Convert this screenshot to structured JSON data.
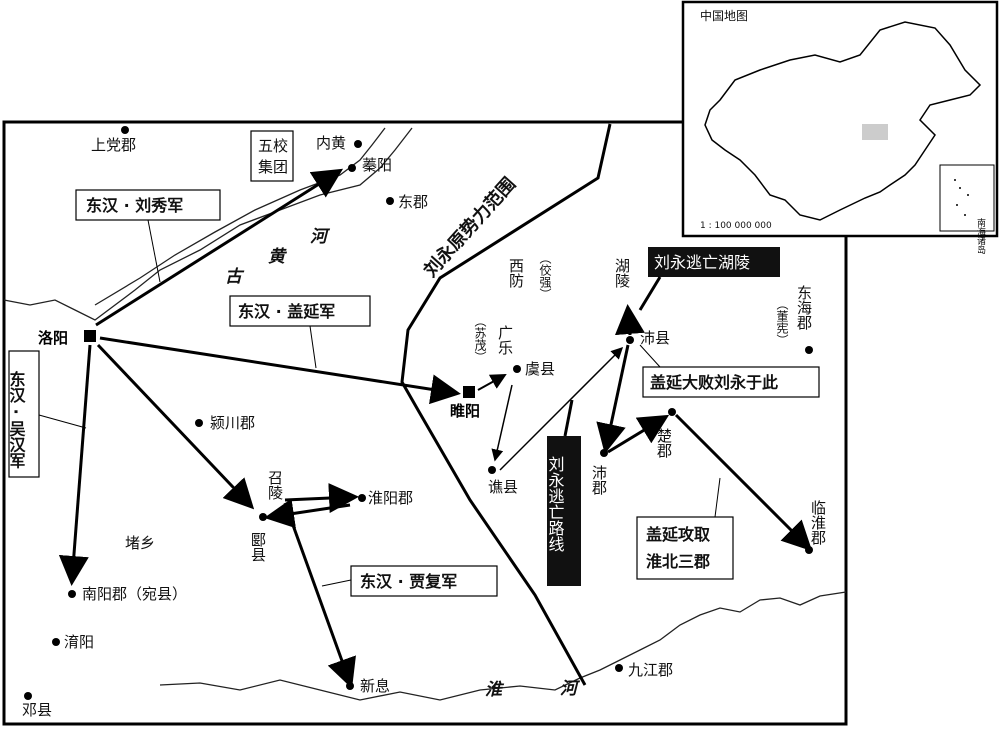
{
  "inset": {
    "title": "中国地图",
    "scale": "1 : 100 000 000",
    "south_sea_label": "南海诸岛"
  },
  "rivers": {
    "yellow_river_1": "古",
    "yellow_river_2": "黄",
    "yellow_river_3": "河",
    "huai_1": "淮",
    "huai_2": "河"
  },
  "places": {
    "shangdang": "上党郡",
    "neihuang": "内黄",
    "yeyang": "蓁阳",
    "dongjun": "东郡",
    "luoyang": "洛阳",
    "suiyang": "睢阳",
    "yingchuan": "颍川郡",
    "zhaoling": "召陵",
    "yanxian": "郾县",
    "huaiyang": "淮阳郡",
    "duxiang": "堵乡",
    "nanyang": "南阳郡（宛县）",
    "xiyang": "淯阳",
    "dengxian": "邓县",
    "xinxi": "新息",
    "jiujiang": "九江郡",
    "xifang": "西防",
    "guangle": "广乐",
    "yuxian": "虞县",
    "qiaoxian": "谯县",
    "huling": "湖陵",
    "peixian": "沛县",
    "peijun": "沛郡",
    "chujun": "楚郡",
    "donghai": "东海郡",
    "linhuai": "临淮郡"
  },
  "parens": {
    "jiaqiang": "（佼强）",
    "sumao": "（苏茂）",
    "dongxian": "（董宪）"
  },
  "boxes": {
    "wuxiao": "五校集团",
    "liuxiu": "东汉 · 刘秀军",
    "gaiyan": "东汉 · 盖延军",
    "wuhan": "东汉 · 吴汉军",
    "jiafu": "东汉 · 贾复军",
    "defeat": "盖延大败刘永于此",
    "huaibei": "盖延攻取淮北三郡"
  },
  "dark_labels": {
    "liuyong_flee": "刘永逃亡湖陵",
    "route": "刘永逃亡路线"
  },
  "range_label": "刘永原势力范围",
  "colors": {
    "ink": "#111111",
    "gray_fill": "#cccccc"
  }
}
